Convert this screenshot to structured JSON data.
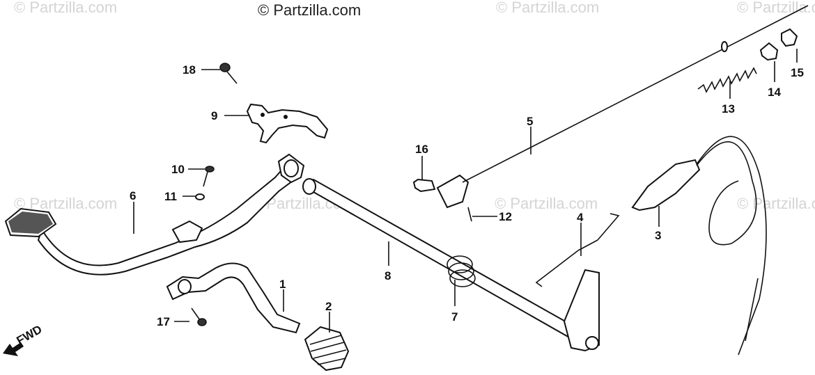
{
  "watermark": {
    "top_text": "© Partzilla.com",
    "faint_text": "© Partzilla.com"
  },
  "fwd_label": "FWD",
  "callouts": {
    "c1": "1",
    "c2": "2",
    "c3": "3",
    "c4": "4",
    "c5": "5",
    "c6": "6",
    "c7": "7",
    "c8": "8",
    "c9": "9",
    "c10": "10",
    "c11": "11",
    "c12": "12",
    "c13": "13",
    "c14": "14",
    "c15": "15",
    "c16": "16",
    "c17": "17",
    "c18": "18"
  }
}
